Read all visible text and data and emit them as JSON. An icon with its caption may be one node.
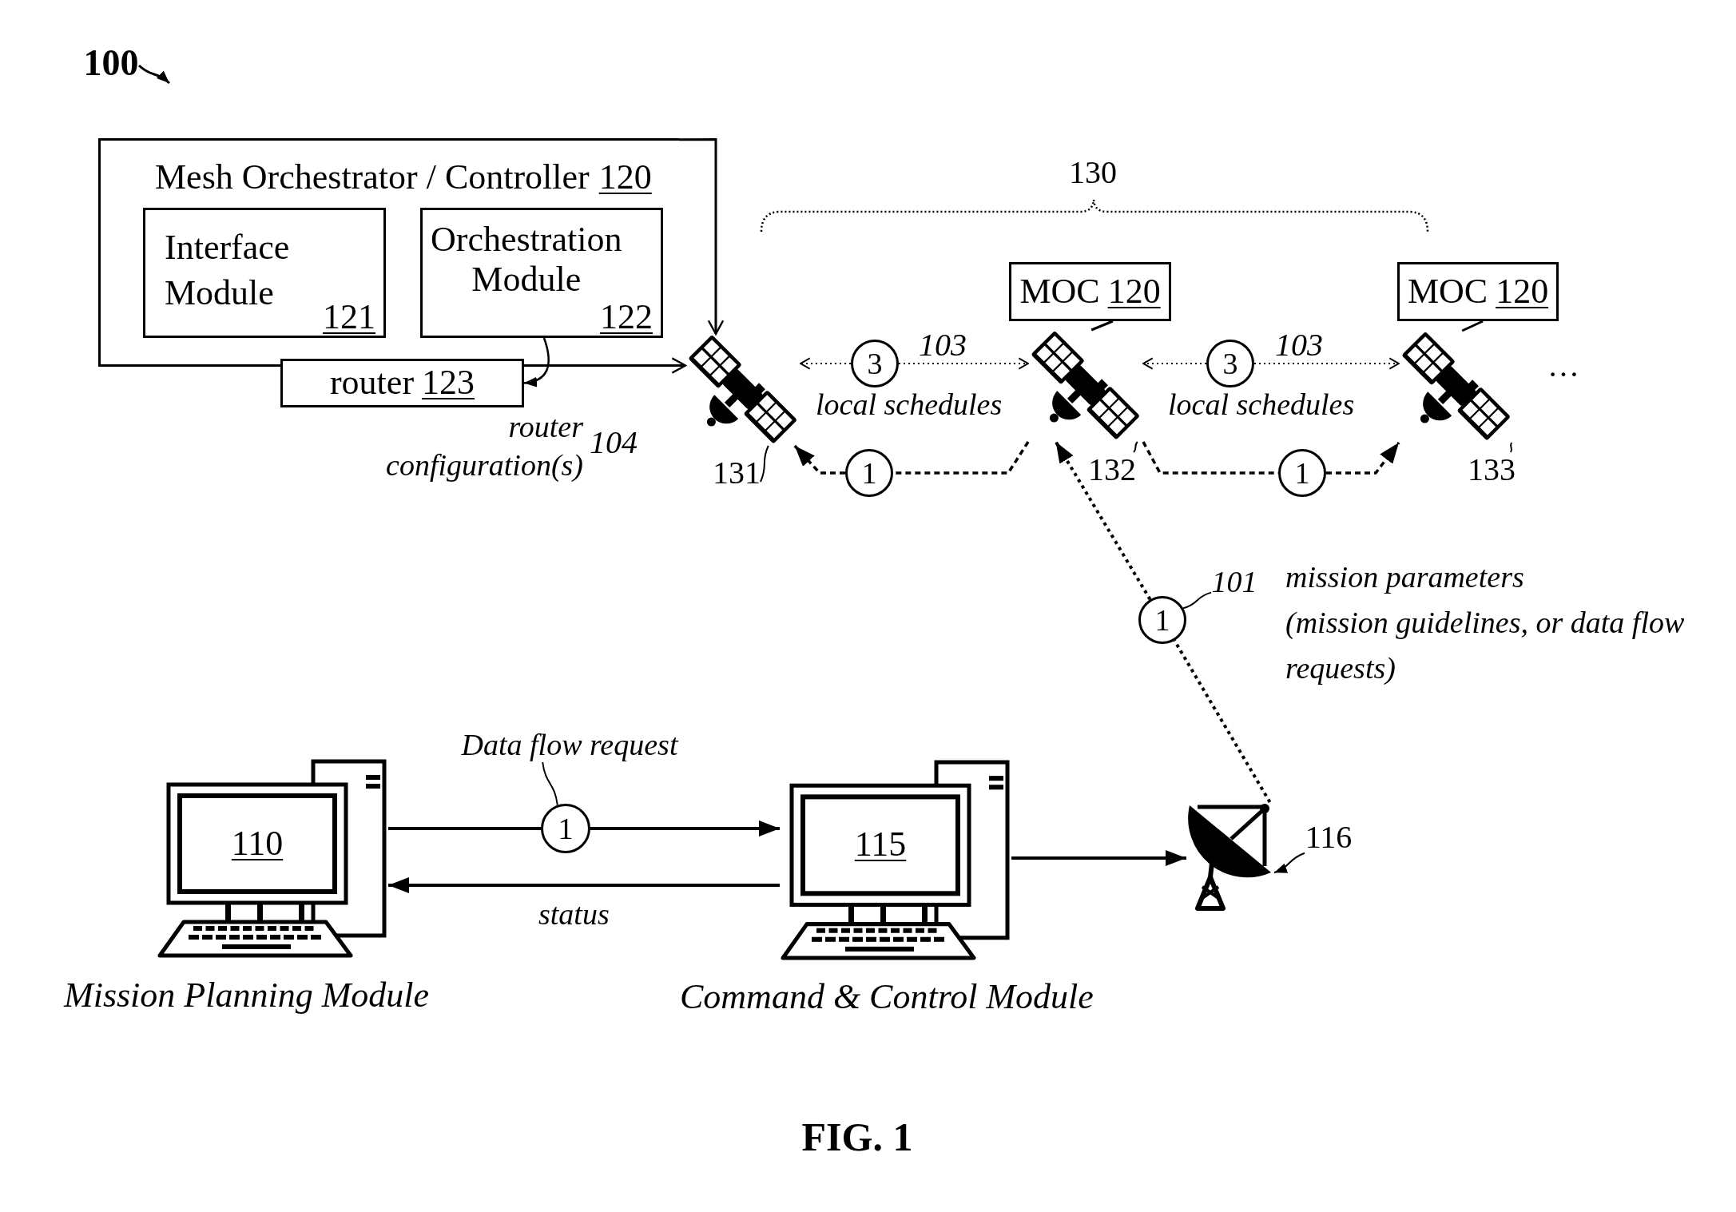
{
  "diagram": {
    "caption": "FIG. 1",
    "nodes": [
      {
        "text": [
          "100"
        ]
      },
      {
        "text": [
          "Mesh Orchestrator / Controller",
          "120"
        ]
      },
      {
        "text": [
          "Interface Module",
          "121"
        ],
        "in": 1
      },
      {
        "text": [
          "Orchestration Module",
          "122"
        ],
        "in": 1
      },
      {
        "text": [
          "router",
          "123"
        ]
      },
      {
        "text": [
          "MOC",
          "120"
        ]
      },
      {
        "text": [
          "MOC",
          "120"
        ]
      },
      {
        "text": [],
        "shape": "picture"
      },
      {
        "text": [
          "3"
        ]
      },
      {
        "text": [],
        "shape": "picture"
      },
      {
        "text": [
          "3"
        ]
      },
      {
        "text": [],
        "shape": "picture"
      },
      {
        "text": [
          "131"
        ]
      },
      {
        "text": [
          "1"
        ]
      },
      {
        "text": [
          "132"
        ]
      },
      {
        "text": [
          "1"
        ]
      },
      {
        "text": [
          "133"
        ]
      },
      {
        "text": [
          "101"
        ]
      },
      {
        "text": [
          "1"
        ]
      },
      {
        "text": [
          "Data flow request"
        ]
      },
      {
        "text": [
          "110"
        ],
        "beside": [
          "Mission Planning Module"
        ]
      },
      {
        "text": [
          "1"
        ]
      },
      {
        "text": [
          "115"
        ],
        "beside": [
          "Command & Control Module"
        ]
      },
      {
        "text": [],
        "shape": "picture"
      },
      {
        "text": [
          "116"
        ]
      }
    ],
    "edges": [
      {
        "from": 0,
        "to": null,
        "arrow": "to"
      },
      {
        "from": 1,
        "to": 7,
        "arrow": "to"
      },
      {
        "from": 4,
        "to": 7,
        "arrow": "to"
      },
      {
        "from": 3,
        "to": 4,
        "arrow": "to",
        "label": "router configuration(s)"
      },
      {
        "from": 8,
        "to": 7,
        "arrow": "to",
        "style": "dashed"
      },
      {
        "from": 8,
        "to": 9,
        "arrow": "to",
        "style": "dashed",
        "label": "103"
      },
      {
        "from": 10,
        "to": 9,
        "arrow": "to",
        "style": "dashed"
      },
      {
        "from": 10,
        "to": 11,
        "arrow": "to",
        "style": "dashed",
        "label": "103"
      },
      {
        "from": 5,
        "to": 9,
        "arrow": "none"
      },
      {
        "from": 6,
        "to": 11,
        "arrow": "none"
      },
      {
        "from": 9,
        "to": 13,
        "arrow": "none",
        "style": "dashed"
      },
      {
        "from": 13,
        "to": 7,
        "arrow": "to",
        "style": "dashed"
      },
      {
        "from": 9,
        "to": 15,
        "arrow": "none",
        "style": "dashed"
      },
      {
        "from": 15,
        "to": 11,
        "arrow": "to",
        "style": "dashed"
      },
      {
        "from": 12,
        "to": 7,
        "arrow": "none"
      },
      {
        "from": 14,
        "to": 9,
        "arrow": "none"
      },
      {
        "from": 16,
        "to": 11,
        "arrow": "none"
      },
      {
        "from": 23,
        "to": 18,
        "arrow": "none",
        "style": "dashed"
      },
      {
        "from": 18,
        "to": 9,
        "arrow": "to",
        "style": "dashed"
      },
      {
        "from": 17,
        "to": 18,
        "arrow": "none"
      },
      {
        "from": 20,
        "to": 21,
        "arrow": "none"
      },
      {
        "from": 21,
        "to": 22,
        "arrow": "to"
      },
      {
        "from": 19,
        "to": 21,
        "arrow": "none"
      },
      {
        "from": 22,
        "to": 20,
        "arrow": "to",
        "label": "status"
      },
      {
        "from": 22,
        "to": 23,
        "arrow": "to"
      },
      {
        "from": 24,
        "to": 23,
        "arrow": "to"
      }
    ],
    "labels": [
      "130",
      "…",
      "local schedules",
      "local schedules",
      "104",
      "mission parameters",
      "(mission guidelines, or data flow requests)"
    ]
  }
}
